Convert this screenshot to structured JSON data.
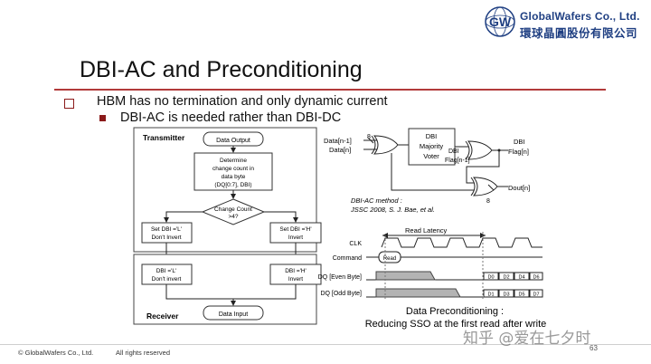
{
  "header": {
    "company_en": "GlobalWafers Co., Ltd.",
    "company_cn": "環球晶圓股份有限公司",
    "logo_text": "GW",
    "accent_color": "#1f3f82"
  },
  "slide": {
    "title": "DBI-AC and Preconditioning",
    "bullets": [
      {
        "level": 1,
        "text": "HBM has no termination and only dynamic current"
      },
      {
        "level": 2,
        "text": "DBI-AC is needed rather than DBI-DC"
      }
    ]
  },
  "flowchart": {
    "transmitter_label": "Transmitter",
    "receiver_label": "Receiver",
    "data_output": "Data Output",
    "determine_lines": [
      "Determine",
      "change count in",
      "data byte",
      "(DQ[0:7], DBI)"
    ],
    "decision_lines": [
      "Change Count",
      ">4?"
    ],
    "set_l_lines": [
      "Set DBI ='L'",
      "Don't Invert"
    ],
    "set_h_lines": [
      "Set DBI ='H'",
      "Invert"
    ],
    "rx_l_lines": [
      "DBI ='L'",
      "Don't invert"
    ],
    "rx_h_lines": [
      "DBI ='H'",
      "Invert"
    ],
    "data_input": "Data Input"
  },
  "logic_diagram": {
    "input_prev": "Data[n-1]",
    "input_cur": "Data[n]",
    "bus_width_8": "8",
    "voter_lines": [
      "DBI",
      "Majority",
      "Voter"
    ],
    "dbi_flag_prev_lines": [
      "DBI",
      "Flag[n-1]"
    ],
    "dbi_flag_out_lines": [
      "DBI",
      "Flag[n]"
    ],
    "dout": "Dout[n]",
    "out_width_8": "8",
    "method_lines": [
      "DBI-AC method :",
      "JSSC 2008, S. J. Bae, et al."
    ]
  },
  "timing_diagram": {
    "read_latency": "Read Latency",
    "clk": "CLK",
    "command": "Command",
    "read_cmd": "Read",
    "dq_even": "DQ [Even Byte]",
    "dq_odd": "DQ [Odd Byte]",
    "even_cells": [
      "D0",
      "D2",
      "D4",
      "D6"
    ],
    "odd_cells": [
      "D1",
      "D3",
      "D5",
      "D7"
    ],
    "caption_lines": [
      "Data Preconditioning :",
      "Reducing SSO at the first read after write"
    ]
  },
  "footer": {
    "copyright": "© GlobalWafers Co., Ltd.",
    "rights": "All rights reserved",
    "page_number": "63"
  },
  "watermark": "知乎 @爱在七夕时"
}
